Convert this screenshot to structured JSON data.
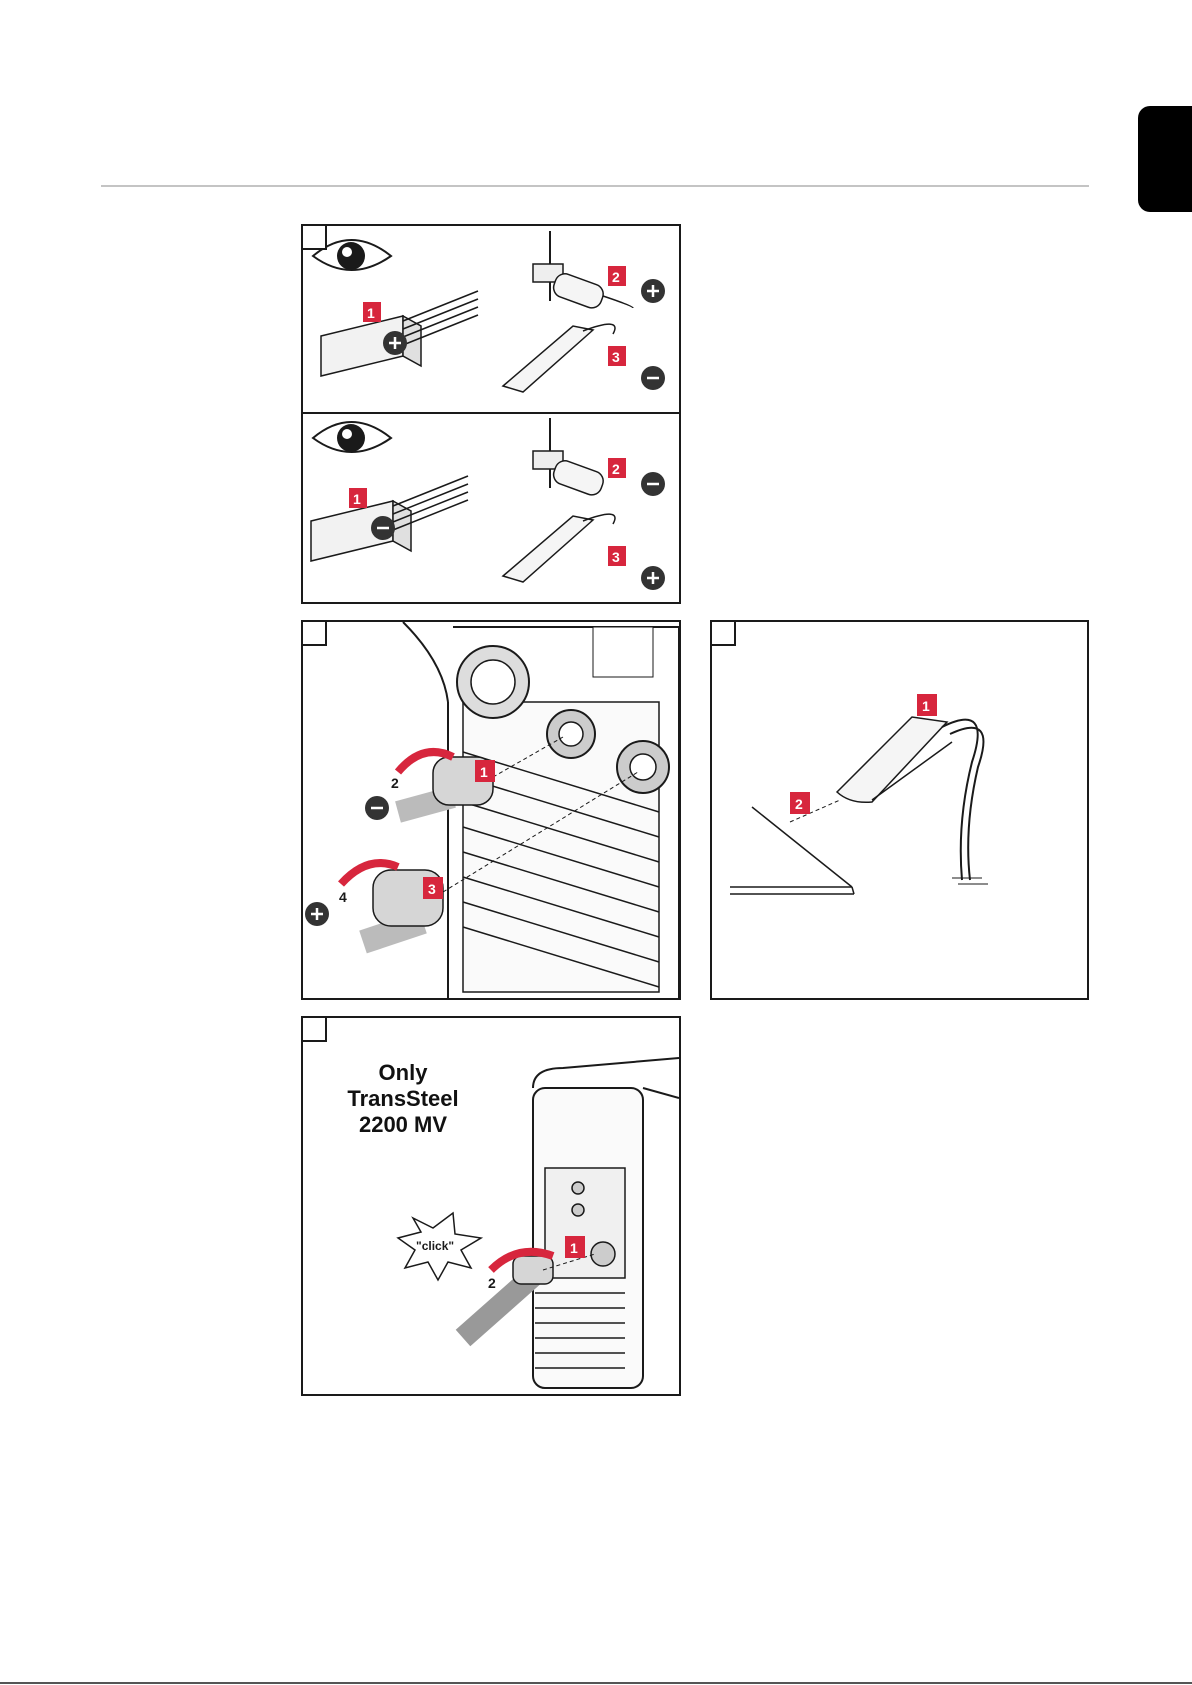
{
  "page": {
    "side_tab_color": "#000000",
    "accent_red": "#d7263d"
  },
  "panel_polarity": {
    "steps": {
      "top": {
        "clamp": "1",
        "torch": "2",
        "ground": "3"
      },
      "bottom": {
        "clamp": "1",
        "torch": "2",
        "ground": "3"
      }
    },
    "symbols": {
      "top": {
        "clamp": "plus",
        "torch": "plus",
        "ground": "minus"
      },
      "bottom": {
        "clamp": "minus",
        "torch": "minus",
        "ground": "plus"
      }
    }
  },
  "panel_cables": {
    "steps": [
      "1",
      "2",
      "3",
      "4"
    ]
  },
  "panel_workpiece": {
    "steps": [
      "1",
      "2"
    ]
  },
  "panel_mv": {
    "caption": {
      "line1": "Only",
      "line2": "TransSteel",
      "line3": "2200 MV"
    },
    "click_label": "\"click\"",
    "steps": [
      "1",
      "2"
    ]
  }
}
